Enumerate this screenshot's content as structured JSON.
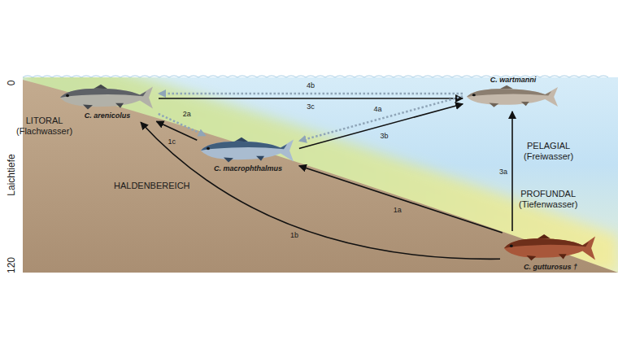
{
  "diagram": {
    "nodes": [
      {
        "text": [
          "C. arenicolus"
        ]
      },
      {
        "text": [
          "C. wartmanni"
        ]
      },
      {
        "text": [
          "C. macrophthalmus"
        ]
      },
      {
        "text": [
          "C. gutturosus †"
        ]
      }
    ],
    "edges": [
      {
        "from": 3,
        "to": 2,
        "arrow": "to",
        "label": "1a"
      },
      {
        "from": 3,
        "to": 0,
        "arrow": "to",
        "label": "1b"
      },
      {
        "from": 2,
        "to": 0,
        "arrow": "to",
        "label": "1c"
      },
      {
        "from": 0,
        "to": 2,
        "arrow": "to",
        "label": "2a"
      },
      {
        "from": 3,
        "to": 1,
        "arrow": "to",
        "label": "3a"
      },
      {
        "from": 2,
        "to": 1,
        "arrow": "to",
        "label": "3b"
      },
      {
        "from": 0,
        "to": 1,
        "arrow": "to",
        "label": "3c"
      },
      {
        "from": 1,
        "to": 2,
        "arrow": "to",
        "label": "4a"
      },
      {
        "from": 1,
        "to": 0,
        "arrow": "to",
        "label": "4b"
      }
    ],
    "labels": [
      "LITORAL (Flachwasser)",
      "HALDENBEREICH",
      "PELAGIAL (Freiwasser)",
      "PROFUNDAL (Tiefenwasser)",
      "Laichtiefe",
      "0",
      "120"
    ]
  }
}
